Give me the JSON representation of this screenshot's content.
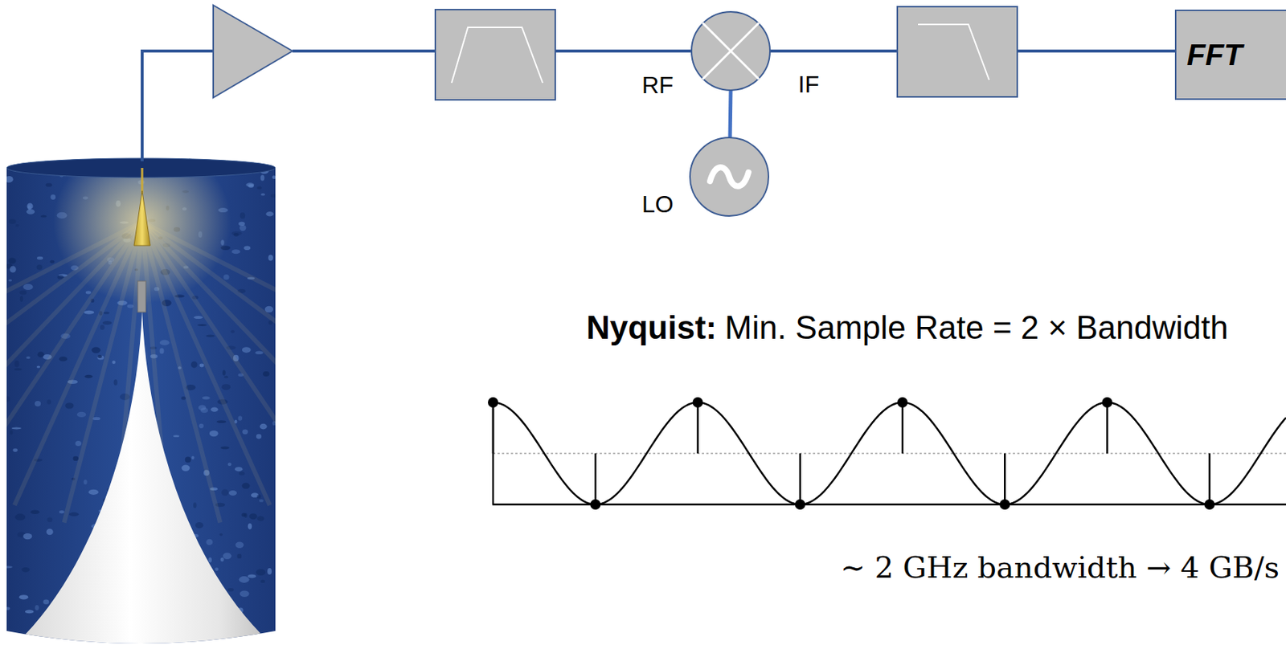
{
  "diagram": {
    "nodes": [
      {
        "text": [
          "FFT"
        ]
      }
    ],
    "labels": [
      "RF",
      "IF",
      "LO",
      "Nyquist:",
      "Min. Sample Rate = 2 × Bandwidth",
      "∼ 2 GHz bandwidth → 4 GB/s"
    ]
  }
}
